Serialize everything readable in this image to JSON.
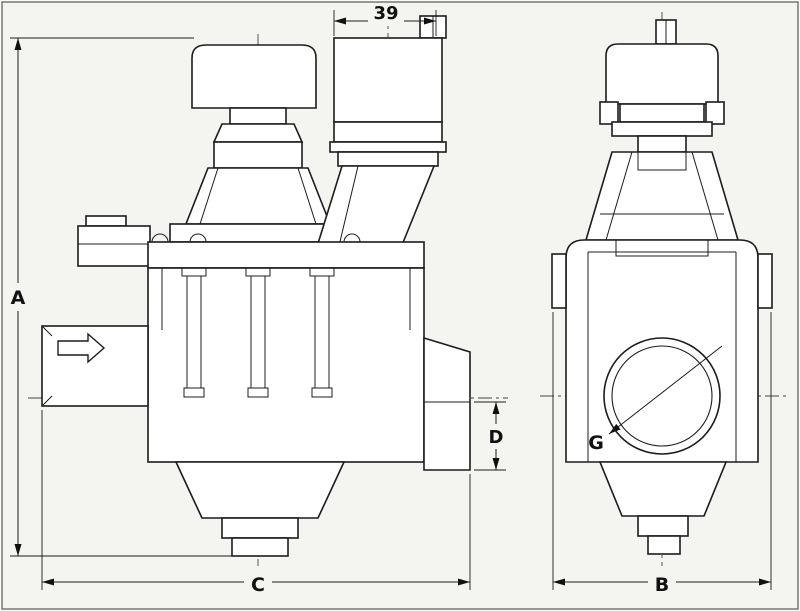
{
  "figure": {
    "kind": "engineering-drawing",
    "description": "Two-view dimensioned technical drawing of a solenoid valve (front view left, end view right)",
    "ink_color": "#1c1c1c",
    "paper_color": "#f4f4f0"
  },
  "labels": {
    "dim39": "39",
    "dimA": "A",
    "dimB": "B",
    "dimC": "C",
    "dimD": "D",
    "dimG": "G"
  }
}
